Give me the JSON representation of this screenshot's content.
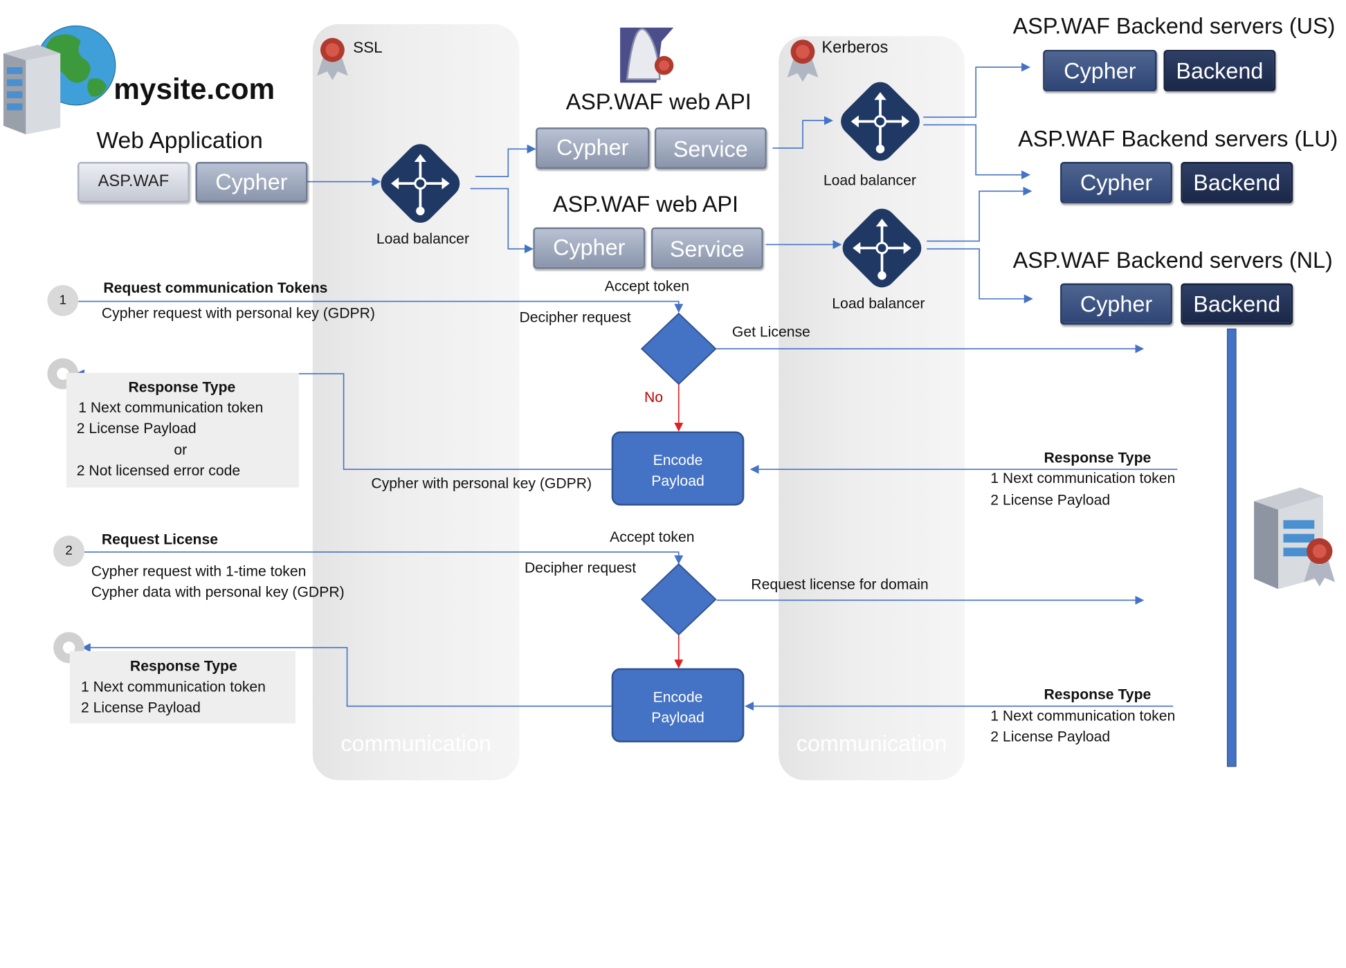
{
  "site": {
    "domain": "mysite.com",
    "app_title": "Web Application",
    "aspwaf": "ASP.WAF",
    "cypher": "Cypher"
  },
  "lanes": {
    "ssl_label": "SSL",
    "kerberos_label": "Kerberos",
    "bottom_label": "communication"
  },
  "load_balancer_label": "Load balancer",
  "web_api": {
    "title": "ASP.WAF web API",
    "cypher": "Cypher",
    "service": "Service"
  },
  "backends": [
    {
      "title": "ASP.WAF Backend servers (US)",
      "cypher": "Cypher",
      "backend": "Backend"
    },
    {
      "title": "ASP.WAF Backend servers (LU)",
      "cypher": "Cypher",
      "backend": "Backend"
    },
    {
      "title": "ASP.WAF Backend servers (NL)",
      "cypher": "Cypher",
      "backend": "Backend"
    }
  ],
  "flow1": {
    "step": "1",
    "title": "Request communication  Tokens",
    "desc": "Cypher request with personal key (GDPR)",
    "accept": "Accept token",
    "decipher": "Decipher request",
    "action": "Get License",
    "no": "No",
    "encode_l1": "Encode",
    "encode_l2": "Payload",
    "return_label": "Cypher with personal key (GDPR)",
    "left_resp": [
      "Response Type",
      "1 Next communication token",
      "2 License Payload",
      "or",
      "2 Not licensed error code"
    ],
    "right_resp": [
      "Response Type",
      "1 Next communication token",
      "2 License Payload"
    ]
  },
  "flow2": {
    "step": "2",
    "title": "Request License",
    "desc1": "Cypher request with 1-time token",
    "desc2": "Cypher data with personal key (GDPR)",
    "accept": "Accept token",
    "decipher": "Decipher request",
    "action": "Request license for domain",
    "encode_l1": "Encode",
    "encode_l2": "Payload",
    "left_resp": [
      "Response Type",
      "1 Next communication token",
      "2 License Payload"
    ],
    "right_resp": [
      "Response Type",
      "1 Next communication token",
      "2 License Payload"
    ]
  },
  "colors": {
    "arrow_blue": "#4472c4",
    "arrow_red": "#e02020",
    "no_red": "#c00000",
    "node_navy": "#1f3864"
  }
}
